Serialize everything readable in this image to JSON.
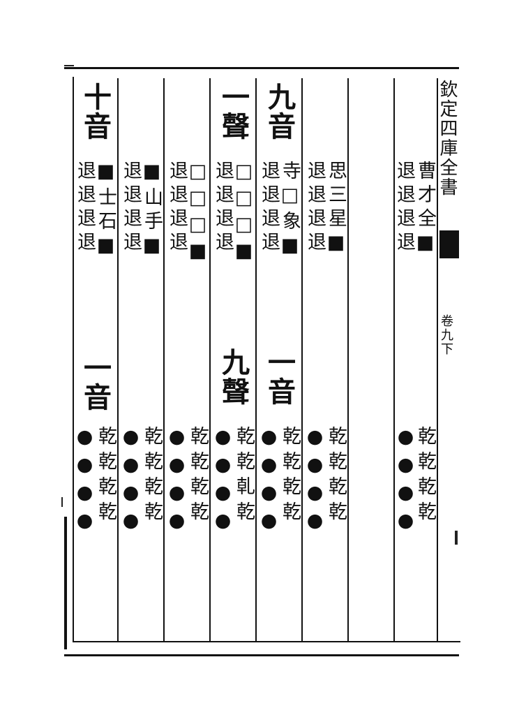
{
  "margin_title": "欽定四庫全書",
  "margin_volume": "卷九下",
  "columns": [
    {
      "upper": "十音",
      "lower": "一音",
      "entries_a": "■士石■",
      "entries_b": "退退退退",
      "marks": "●●●●",
      "chars": "乾乾乾乾"
    },
    {
      "upper": "",
      "lower": "",
      "entries_a": "■山手■",
      "entries_b": "退退退退",
      "marks": "●●●●",
      "chars": "乾乾乾乾"
    },
    {
      "upper": "",
      "lower": "",
      "entries_a": "□□□■",
      "entries_b": "退退退退",
      "marks": "●●●●",
      "chars": "乾乾乾乾"
    },
    {
      "upper": "一聲",
      "lower": "九聲",
      "entries_a": "□□□■",
      "entries_b": "退退退退",
      "marks": "●●●●",
      "chars": "乾乾乹乾"
    },
    {
      "upper": "九音",
      "lower": "一音",
      "entries_a": "寺□象■",
      "entries_b": "退退退退",
      "marks": "●●●●",
      "chars": "乾乾乾乾"
    },
    {
      "upper": "",
      "lower": "",
      "entries_a": "思三星■",
      "entries_b": "退退退退",
      "marks": "●●●●",
      "chars": "乾乾乾乾"
    },
    {
      "upper": "",
      "lower": "",
      "entries_a": "",
      "entries_b": "",
      "marks": "",
      "chars": ""
    },
    {
      "upper": "",
      "lower": "",
      "entries_a": "曹才全■",
      "entries_b": "退退退退",
      "marks": "●●●●",
      "chars": "乾乾乾乾"
    }
  ]
}
